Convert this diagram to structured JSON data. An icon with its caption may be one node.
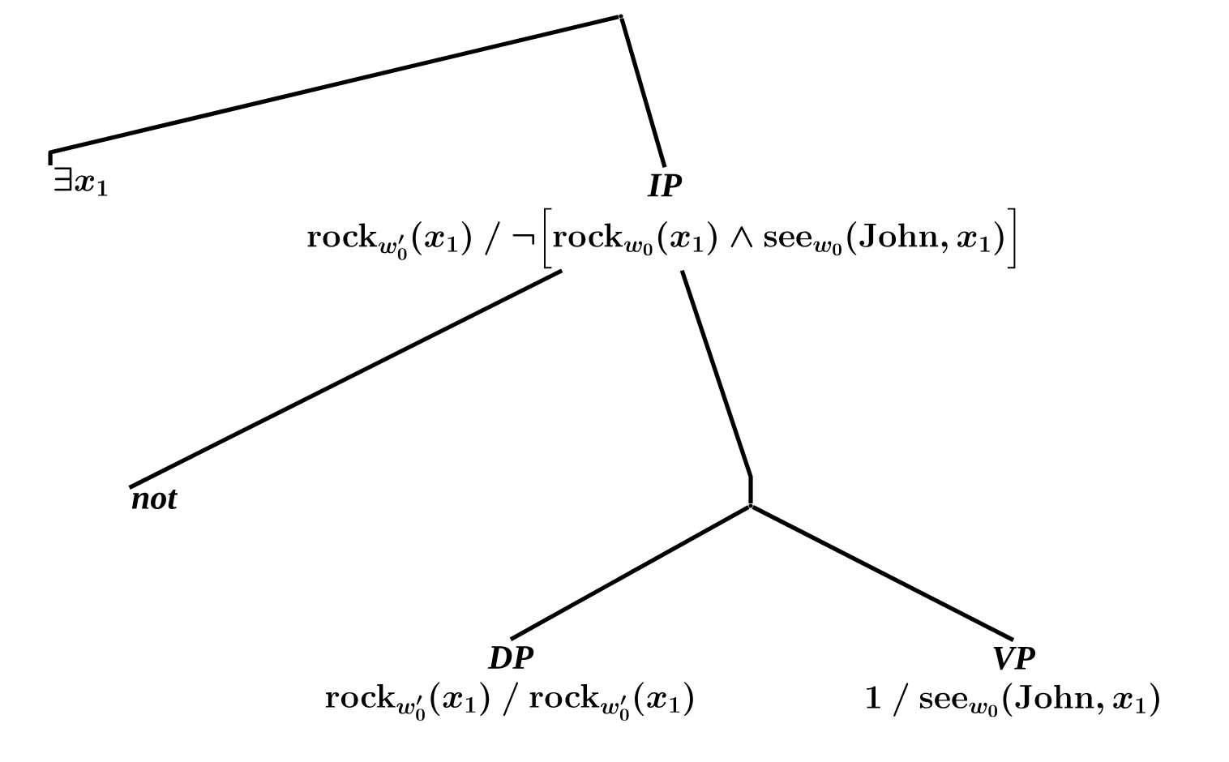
{
  "diagram": {
    "nodes": [
      {
        "text": [],
        "shape": "point"
      },
      {
        "text": [
          "\\exists x_1"
        ]
      },
      {
        "text": [
          "IP",
          "\\mathbf{rock}_{w_0'}(x_1)\\mathbin{\\mathbf{/}}\\neg\\Big[\\mathbf{rock}_{w_0}(x_1)\\wedge\\mathbf{see}_{w_0}(\\mathbf{John},x_1)\\Big]"
        ]
      },
      {
        "text": [
          "not"
        ]
      },
      {
        "text": [],
        "shape": "point"
      },
      {
        "text": [
          "DP",
          "\\mathbf{rock}_{w_0'}(x_1)\\mathbin{\\mathbf{/}}\\mathbf{rock}_{w_0'}(x_1)"
        ]
      },
      {
        "text": [
          "VP",
          "\\mathbf{1}\\mathbin{\\mathbf{/}}\\mathbf{see}_{w_0}(\\mathbf{John},x_1)"
        ]
      }
    ],
    "edges": [
      {
        "from": 0,
        "to": 1,
        "arrow": "none"
      },
      {
        "from": 0,
        "to": 2,
        "arrow": "none"
      },
      {
        "from": 2,
        "to": 3,
        "arrow": "none"
      },
      {
        "from": 2,
        "to": 4,
        "arrow": "none"
      },
      {
        "from": 4,
        "to": 5,
        "arrow": "none"
      },
      {
        "from": 4,
        "to": 6,
        "arrow": "none"
      }
    ]
  }
}
